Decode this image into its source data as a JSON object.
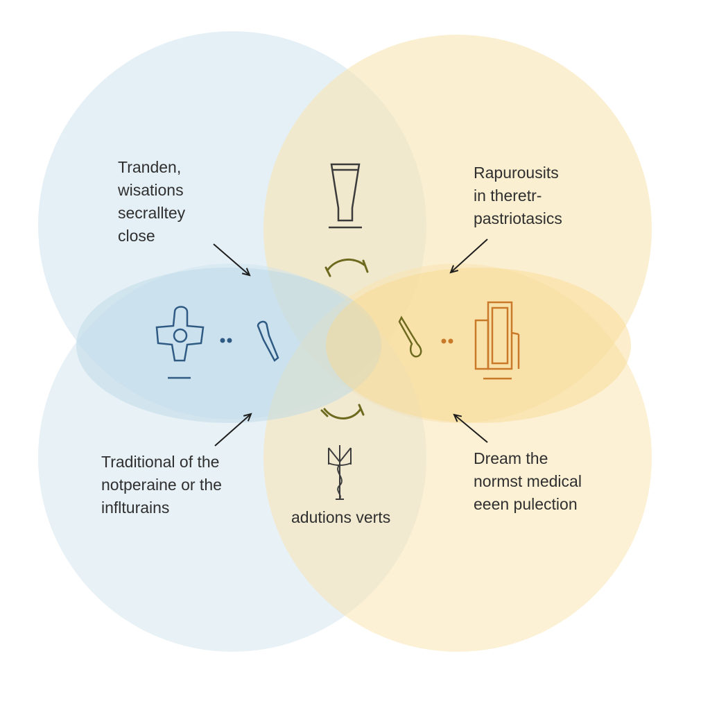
{
  "diagram": {
    "labels": {
      "top_left": "Tranden,\nwisations\nsecralltey\nclose",
      "top_right": "Rapurousits\nin theretr-\npastriotasics",
      "bottom_left": "Traditional of the\nnotperaine or the\ninflturains",
      "bottom_right": "Dream the\nnormst medical\neeen pulection",
      "bottom_center": "adutions verts"
    },
    "colors": {
      "blue_circle": "#cfe4ee",
      "yellow_circle": "#f9e4b3",
      "blue_icon": "#2f5a83",
      "olive_icon": "#6d6a1f",
      "orange_icon": "#c9792a",
      "arrow": "#1e1e1e"
    },
    "icons": [
      "glass-icon",
      "bone-icon",
      "figure-icon",
      "dots-icon",
      "bottles-icon",
      "caduceus-icon"
    ]
  }
}
